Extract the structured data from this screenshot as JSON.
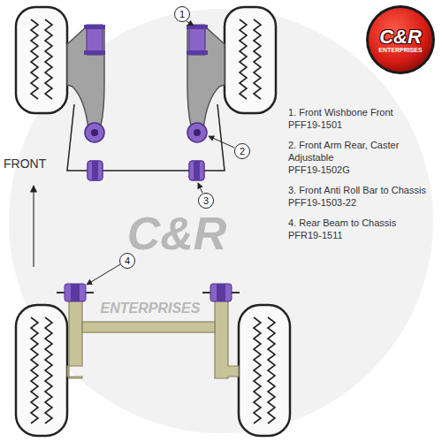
{
  "diagram": {
    "nodes": [
      {
        "text": [
          "1"
        ]
      },
      {
        "text": [
          "2"
        ]
      },
      {
        "text": [
          "3"
        ]
      },
      {
        "text": [
          "4"
        ]
      },
      {
        "text": [
          "C&R",
          "ENTERPRISES"
        ]
      }
    ],
    "labels": [
      "1. Front Wishbone Front",
      "PFF19-1501",
      "2. Front Arm Rear, Caster Adjustable",
      "PFF19-1502G",
      "3. Front Anti Roll Bar to Chassis",
      "PFF19-1503-22",
      "4. Rear Beam to Chassis",
      "PFR19-1511",
      "FRONT",
      "C&R",
      "ENTERPRISES"
    ]
  }
}
